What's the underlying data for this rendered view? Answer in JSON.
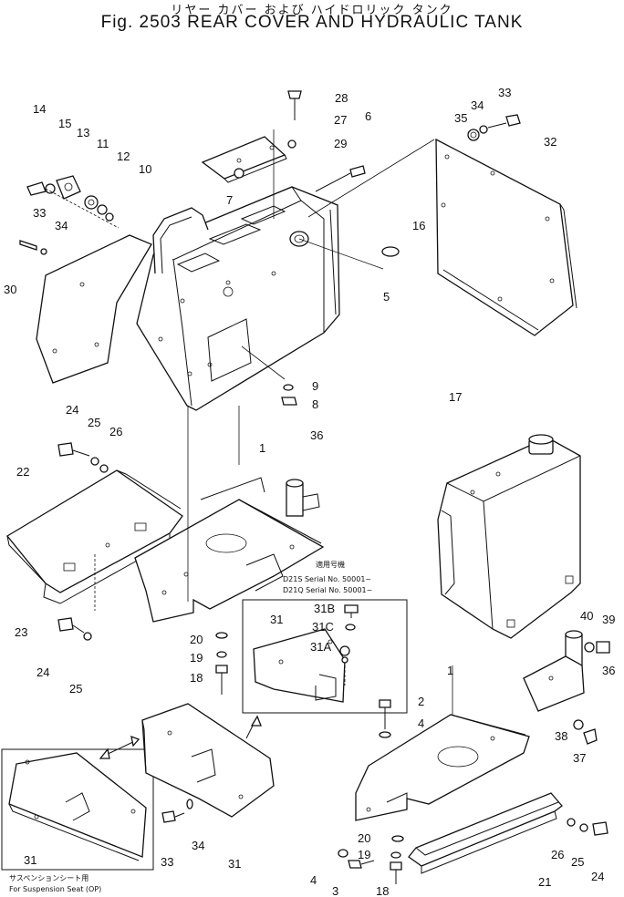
{
  "header": {
    "title_jp": "リヤー カバー および ハイドロリック タンク",
    "title_en": "Fig. 2503 REAR COVER AND HYDRAULIC TANK"
  },
  "serial_note": {
    "heading": "適用号機",
    "line1": "D21S Serial No. 50001~",
    "line2": "D21Q Serial No. 50001~"
  },
  "option_note": {
    "line1": "サスペンションシート用",
    "line2": "For Suspension Seat (OP)"
  },
  "callouts": [
    "14",
    "15",
    "13",
    "11",
    "12",
    "10",
    "33",
    "34",
    "30",
    "28",
    "27",
    "29",
    "7",
    "6",
    "5",
    "16",
    "9",
    "8",
    "35",
    "34",
    "33",
    "32",
    "24",
    "25",
    "26",
    "22",
    "23",
    "36",
    "24",
    "25",
    "20",
    "19",
    "18",
    "17",
    "31",
    "31B",
    "31C",
    "31A",
    "2",
    "4",
    "1",
    "40",
    "39",
    "36",
    "38",
    "37",
    "33",
    "34",
    "31",
    "31",
    "20",
    "19",
    "4",
    "3",
    "18",
    "26",
    "25",
    "24",
    "21",
    "1"
  ]
}
